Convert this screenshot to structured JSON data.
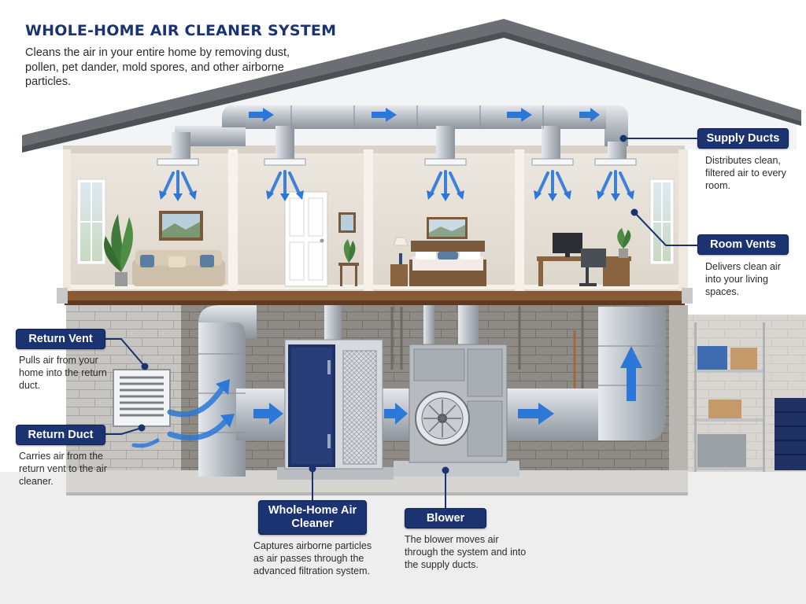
{
  "title": "WHOLE-HOME AIR CLEANER SYSTEM",
  "subtitle": "Cleans the air in your entire home by removing dust, pollen, pet dander, mold spores, and other airborne particles.",
  "callouts": {
    "supply_ducts": {
      "label": "Supply Ducts",
      "description": "Distributes clean, filtered air to every room."
    },
    "room_vents": {
      "label": "Room Vents",
      "description": "Delivers clean air into your living spaces."
    },
    "return_vent": {
      "label": "Return Vent",
      "description": "Pulls air from your home into the return duct."
    },
    "return_duct": {
      "label": "Return Duct",
      "description": "Carries air from the return vent to the air cleaner."
    },
    "air_cleaner": {
      "label": "Whole-Home Air Cleaner",
      "description": "Captures airborne particles as air passes through the advanced filtration system."
    },
    "blower": {
      "label": "Blower",
      "description": "The blower moves air through the system and into the supply ducts."
    }
  },
  "colors": {
    "badge": "#1b3370",
    "airflow_arrow": "#2b78d8",
    "duct": "#b9bfc6",
    "roof": "#6b6f74",
    "floor": "#8a5a34"
  }
}
